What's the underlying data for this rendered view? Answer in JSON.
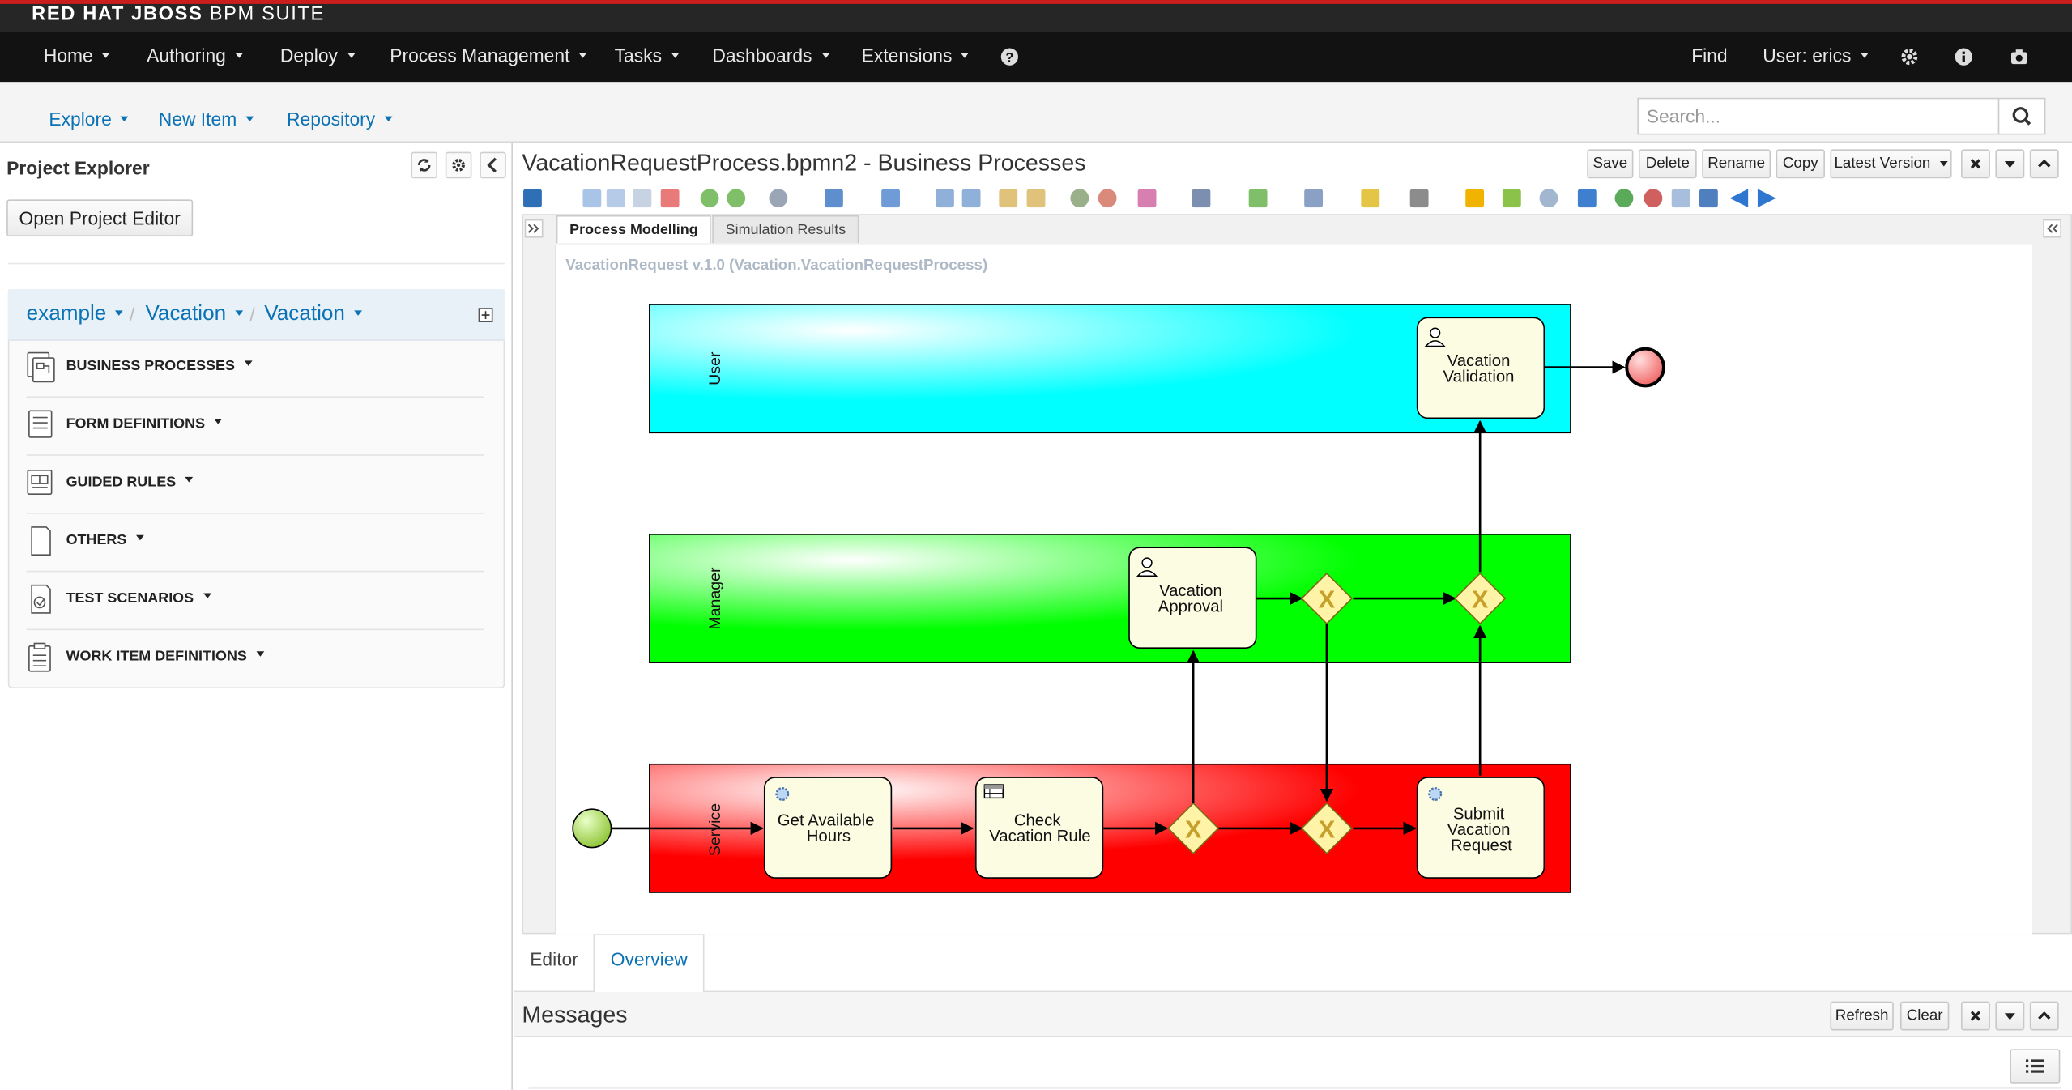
{
  "header": {
    "brand_bold": "RED HAT JBOSS",
    "brand_rest": " BPM SUITE",
    "nav": [
      "Home",
      "Authoring",
      "Deploy",
      "Process Management",
      "Tasks",
      "Dashboards",
      "Extensions"
    ],
    "find": "Find",
    "user": "User: erics",
    "icons": [
      "help-icon",
      "gear-icon",
      "info-icon",
      "camera-icon"
    ]
  },
  "subnav": {
    "items": [
      "Explore",
      "New Item",
      "Repository"
    ],
    "search_placeholder": "Search..."
  },
  "left": {
    "title": "Project Explorer",
    "open_editor": "Open Project Editor",
    "breadcrumb": [
      "example",
      "Vacation",
      "Vacation"
    ],
    "sep": "/",
    "categories": [
      "BUSINESS PROCESSES",
      "FORM DEFINITIONS",
      "GUIDED RULES",
      "OTHERS",
      "TEST SCENARIOS",
      "WORK ITEM DEFINITIONS"
    ]
  },
  "editor": {
    "title": "VacationRequestProcess.bpmn2 - Business Processes",
    "buttons": [
      "Save",
      "Delete",
      "Rename",
      "Copy",
      "Latest Version"
    ],
    "tabs": [
      "Process Modelling",
      "Simulation Results"
    ],
    "process_label": "VacationRequest v.1.0 (Vacation.VacationRequestProcess)",
    "bottom_tabs": [
      "Editor",
      "Overview"
    ]
  },
  "diagram": {
    "lanes": [
      "User",
      "Manager",
      "Service"
    ],
    "lane_colors": [
      "#00ffff",
      "#00ff00",
      "#ff0000"
    ],
    "tasks": {
      "validation": [
        "Vacation",
        "Validation"
      ],
      "approval": [
        "Vacation",
        "Approval"
      ],
      "hours": [
        "Get Available",
        "Hours"
      ],
      "rule": [
        "Check",
        "Vacation Rule"
      ],
      "submit": [
        "Submit",
        "Vacation",
        "Request"
      ]
    },
    "gateway_symbol": "X"
  },
  "messages": {
    "title": "Messages",
    "refresh": "Refresh",
    "clear": "Clear"
  }
}
